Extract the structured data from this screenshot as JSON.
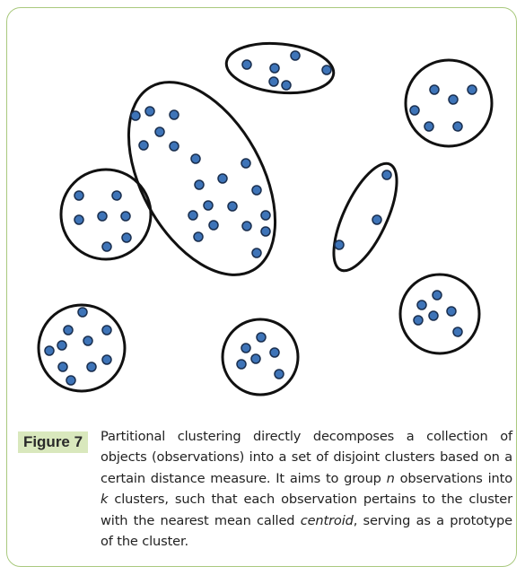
{
  "figure": {
    "label": "Figure 7",
    "caption": {
      "t1": "Partitional clustering directly decomposes a collection of objects (observations) into a set of disjoint clusters based on a certain distance measure. It aims to group ",
      "n": "n",
      "t2": " observations into ",
      "k": "k",
      "t3": " clusters, such that each observation pertains to the cluster with the nearest mean called ",
      "centroid": "centroid",
      "t4": ", serving as a prototype of the cluster."
    }
  },
  "colors": {
    "frame_border": "#a9c97e",
    "label_bg": "#d9e8bd",
    "point_fill": "#3e74b8",
    "outline": "#111111"
  }
}
